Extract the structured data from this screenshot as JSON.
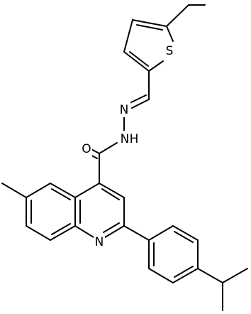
{
  "atoms": [
    {
      "id": "S1",
      "label": "S"
    },
    {
      "id": "N1",
      "label": "N"
    },
    {
      "id": "N2",
      "label": "N"
    },
    {
      "id": "H1",
      "label": "H"
    },
    {
      "id": "O1",
      "label": "O"
    },
    {
      "id": "N3",
      "label": "N"
    }
  ],
  "colors": {
    "bond": "#000000",
    "background": "#ffffff"
  }
}
